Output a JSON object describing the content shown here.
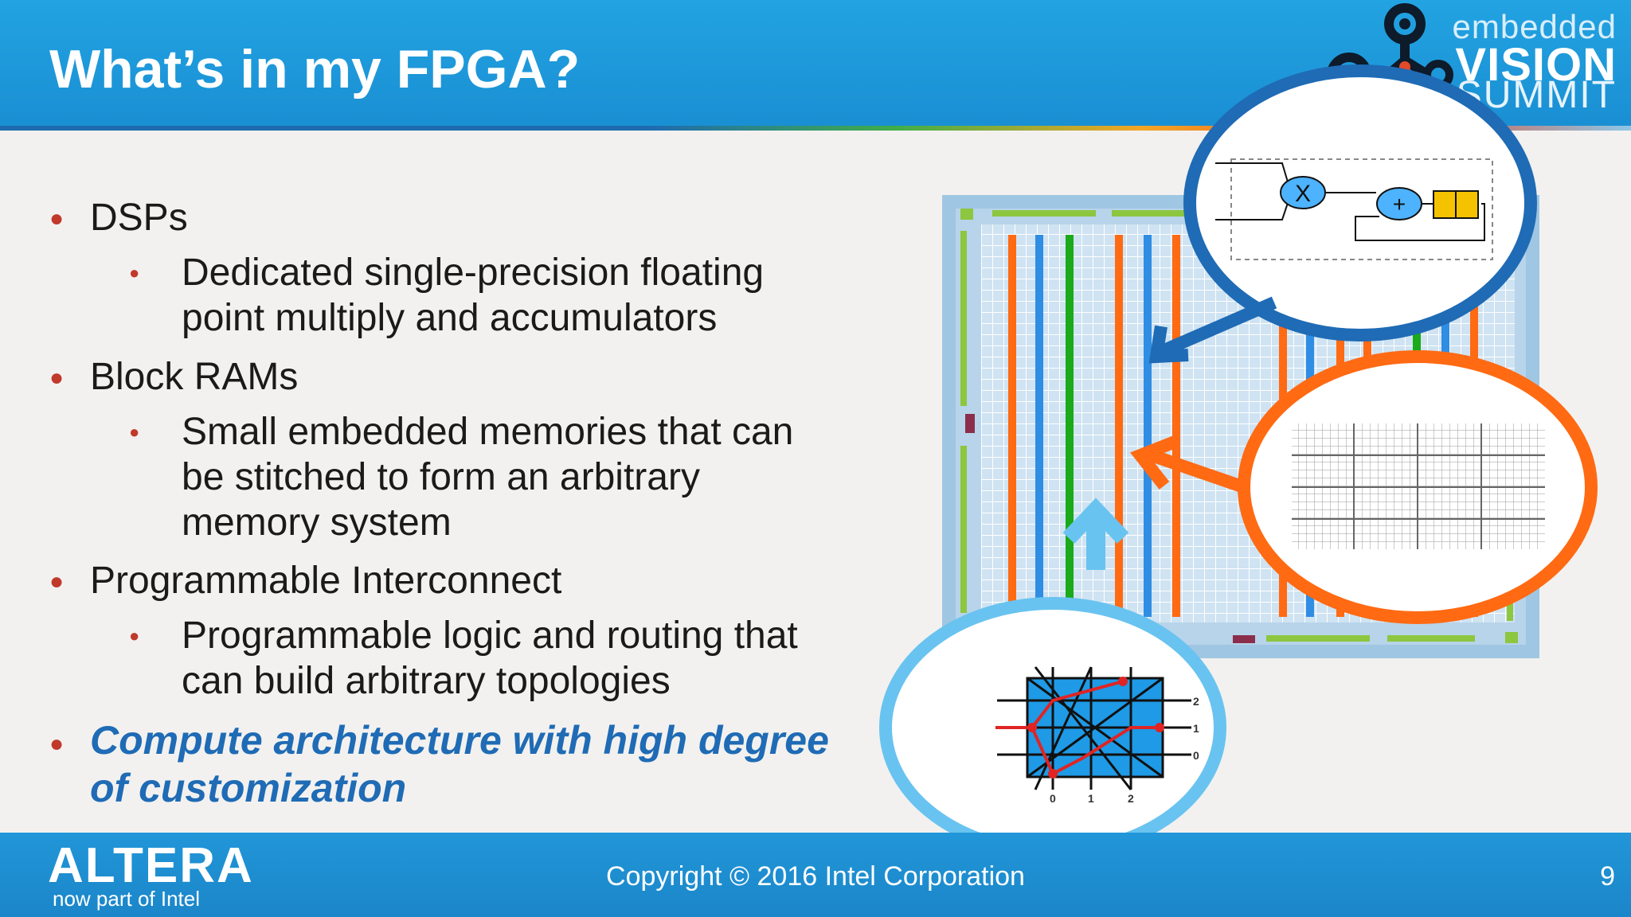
{
  "slide": {
    "title": "What’s in my FPGA?",
    "page_number": "9",
    "copyright": "Copyright © 2016 Intel Corporation"
  },
  "logo": {
    "line1": "embedded",
    "line2": "VISION",
    "line3": "SUMMIT"
  },
  "altera": {
    "name": "ALTERA",
    "tagline": "now part of Intel"
  },
  "bullets": {
    "dsps": "DSPs",
    "dsps_sub_1": "Dedicated single-precision floating",
    "dsps_sub_2": "point multiply and accumulators",
    "brams": "Block RAMs",
    "brams_sub_1": "Small embedded memories that can",
    "brams_sub_2": "be stitched to form an arbitrary",
    "brams_sub_3": "memory system",
    "interconnect": "Programmable Interconnect",
    "interconnect_sub_1": "Programmable logic and routing that",
    "interconnect_sub_2": "can build arbitrary topologies",
    "emphasis_1": "Compute architecture with high degree",
    "emphasis_2": "of customization"
  },
  "diagram": {
    "dsp_multiply": "X",
    "dsp_add": "+",
    "routing_row_labels": [
      "2",
      "1",
      "0"
    ],
    "routing_col_labels": [
      "0",
      "1",
      "2"
    ]
  },
  "colors": {
    "header_blue": "#1f9ad9",
    "accent_orange": "#ff6a13",
    "accent_blue": "#1f6bb5",
    "accent_light_blue": "#69c3f0",
    "bullet_red": "#c0392b",
    "green": "#2db82d"
  }
}
